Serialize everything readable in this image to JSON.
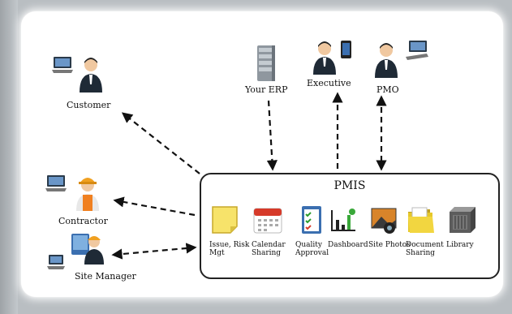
{
  "nodes": {
    "customer": "Customer",
    "your_erp": "Your ERP",
    "executive": "Executive",
    "pmo": "PMO",
    "contractor": "Contractor",
    "site_manager": "Site Manager"
  },
  "pmis": {
    "title": "PMIS",
    "modules": [
      {
        "label": "Issue, Risk Mgt",
        "icon": "sticky-note-icon"
      },
      {
        "label": "Calendar Sharing",
        "icon": "calendar-icon"
      },
      {
        "label": "Quality Approval",
        "icon": "checklist-icon"
      },
      {
        "label": "Dashboard",
        "icon": "bar-chart-icon"
      },
      {
        "label": "Site Photos",
        "icon": "camera-photo-icon"
      },
      {
        "label": "Document Sharing",
        "icon": "folder-icon"
      },
      {
        "label": "Library",
        "icon": "filing-cabinet-icon"
      }
    ]
  },
  "colors": {
    "arrow": "#111111",
    "box_border": "#222222",
    "card": "#ffffff",
    "background": "#b9bec2"
  }
}
